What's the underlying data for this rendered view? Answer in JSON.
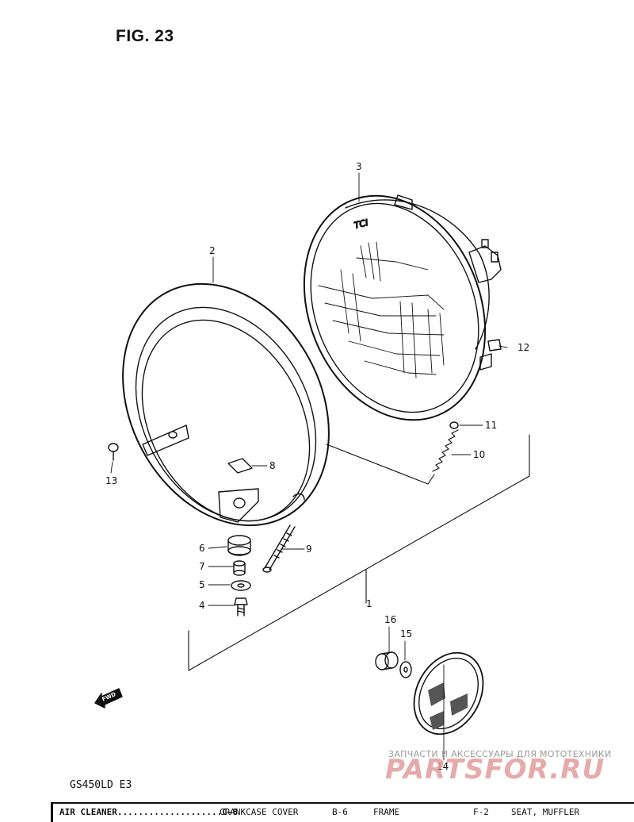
{
  "figure": {
    "title": "FIG. 23",
    "model_code": "GS450LD E3"
  },
  "callouts": [
    {
      "id": "c1",
      "label": "1"
    },
    {
      "id": "c2",
      "label": "2"
    },
    {
      "id": "c3",
      "label": "3"
    },
    {
      "id": "c4",
      "label": "4"
    },
    {
      "id": "c5",
      "label": "5"
    },
    {
      "id": "c6",
      "label": "6"
    },
    {
      "id": "c7",
      "label": "7"
    },
    {
      "id": "c8",
      "label": "8"
    },
    {
      "id": "c9",
      "label": "9"
    },
    {
      "id": "c10",
      "label": "10"
    },
    {
      "id": "c11",
      "label": "11"
    },
    {
      "id": "c12",
      "label": "12"
    },
    {
      "id": "c13",
      "label": "13"
    },
    {
      "id": "c14",
      "label": "14"
    },
    {
      "id": "c15",
      "label": "15"
    },
    {
      "id": "c16",
      "label": "16"
    }
  ],
  "lens_marking": "TCI",
  "fwd_label": "FWD",
  "watermark": {
    "caption": "ЗАПЧАСТИ И АКСЕССУАРЫ ДЛЯ МОТОТЕХНИКИ",
    "logo": "PARTSFOR.RU"
  },
  "index_bar": [
    "AIR CLEANER....................C-8",
    "CRANKCASE COVER",
    "B-6",
    "FRAME",
    "F-2",
    "SEAT, MUFFLER"
  ]
}
